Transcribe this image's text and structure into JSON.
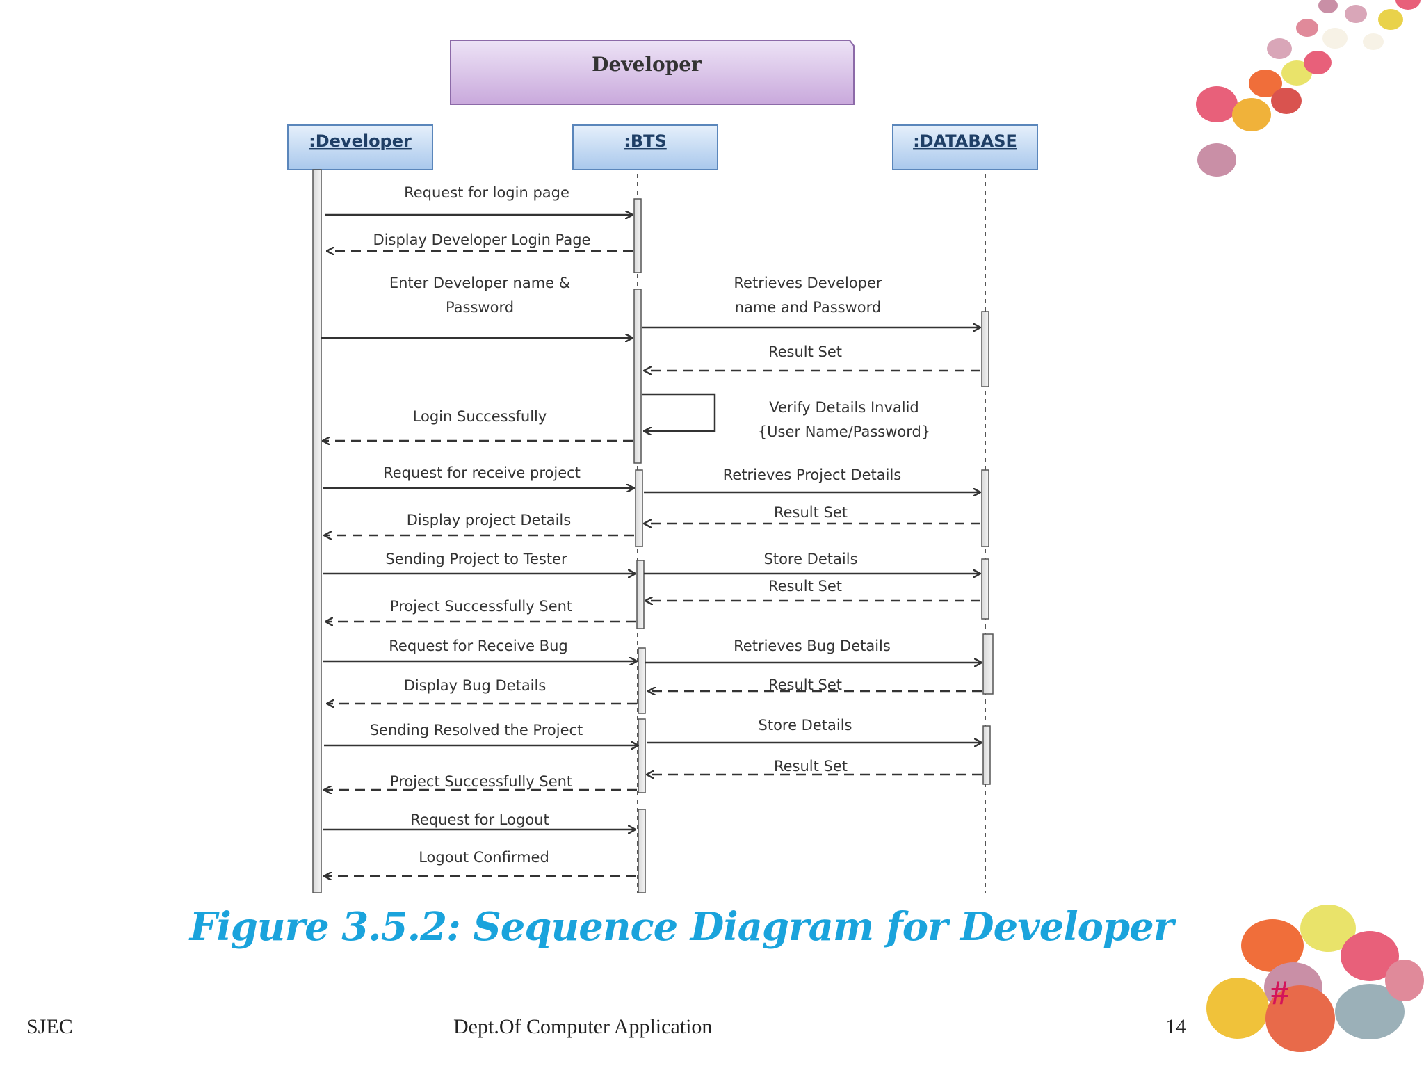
{
  "diagram": {
    "frame_title": "Developer",
    "lifelines": [
      ":Developer",
      ":BTS",
      ":DATABASE"
    ],
    "messages": {
      "m1": "Request for login page",
      "m2": "Display Developer Login Page",
      "m3a": "Enter Developer name &",
      "m3b": "Password",
      "m4a": "Retrieves Developer",
      "m4b": "name and Password",
      "m5": "Result Set",
      "m6a": "Verify Details Invalid",
      "m6b": "{User Name/Password}",
      "m7": "Login Successfully",
      "m8": "Request for receive project",
      "m9": "Retrieves Project Details",
      "m10": "Result Set",
      "m11": "Display project Details",
      "m12": "Sending Project to Tester",
      "m13": "Store Details",
      "m14": "Result Set",
      "m15": "Project Successfully Sent",
      "m16": "Request for Receive Bug",
      "m17": "Retrieves Bug Details",
      "m18": "Result Set",
      "m19": "Display Bug Details",
      "m20": "Sending Resolved the Project",
      "m21": "Store Details",
      "m22": "Result Set",
      "m23": "Project Successfully Sent",
      "m24": "Request for Logout",
      "m25": "Logout Confirmed"
    }
  },
  "caption": "Figure 3.5.2: Sequence Diagram for Developer",
  "footer": {
    "left": "SJEC",
    "center": "Dept.Of Computer Application",
    "page_number": "14",
    "hash": "#"
  },
  "decoration": {
    "image": "candy-eggs",
    "colors": [
      "#e8607a",
      "#f0b23a",
      "#e9e36a",
      "#d9a6b8",
      "#f06e3a",
      "#9b6b86"
    ]
  }
}
